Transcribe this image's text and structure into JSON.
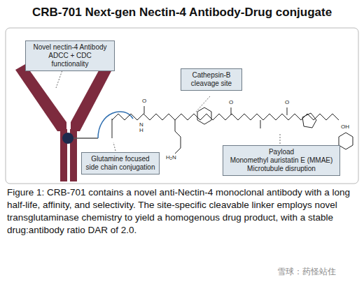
{
  "diagram": {
    "title": "CRB-701 Next-gen Nectin-4 Antibody-Drug conjugate",
    "caption": "Figure 1: CRB-701 contains a novel anti-Nectin-4 monoclonal antibody with a long half-life, affinity, and selectivity. The site-specific cleavable linker employs novel transglutaminase chemistry to yield a homogenous drug product, with a stable drug:antibody ratio DAR of 2.0.",
    "nodes": [
      {
        "text": [
          "Novel nectin-4 Antibody",
          "ADCC + CDC functionality"
        ]
      },
      {
        "text": [
          "Cathepsin-B cleavage site"
        ]
      },
      {
        "text": [
          "Glutamine focused side chain conjugation"
        ]
      },
      {
        "text": [
          "Payload",
          "Monomethyl auristatin E (MMAE) Microtubule disruption"
        ]
      }
    ],
    "labels": [
      "O",
      "N",
      "H",
      "O",
      "H₂N",
      "O",
      "OH",
      "雪球：药怪站住"
    ]
  }
}
